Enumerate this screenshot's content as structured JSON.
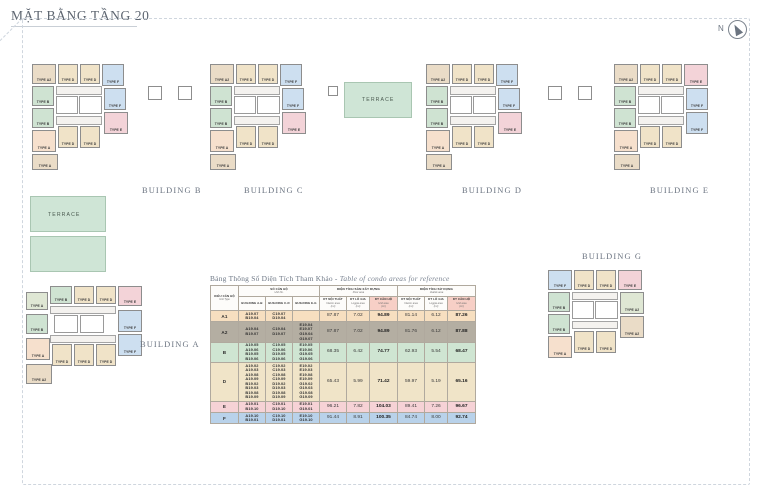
{
  "page": {
    "title": "MẶT BẰNG TẦNG 20",
    "compass_label": "N"
  },
  "buildings": [
    {
      "id": "A",
      "label": "BUILDING A"
    },
    {
      "id": "B",
      "label": "BUILDING B"
    },
    {
      "id": "C",
      "label": "BUILDING C"
    },
    {
      "id": "D",
      "label": "BUILDING D"
    },
    {
      "id": "E",
      "label": "BUILDING E"
    },
    {
      "id": "G",
      "label": "BUILDING G"
    }
  ],
  "terraces": [
    {
      "label": "TERRACE"
    },
    {
      "label": "TERRACE"
    }
  ],
  "unit_type_labels": {
    "A": "TYPE A",
    "A1": "TYPE A1",
    "A2": "TYPE A2",
    "B": "TYPE B",
    "D": "TYPE D",
    "E": "TYPE E",
    "F": "TYPE F"
  },
  "table": {
    "title_vi": "Bảng Thông Số Diện Tích Tham Khảo",
    "title_sep": " - ",
    "title_en": "Table of condo areas for reference",
    "headers": {
      "unit_type": {
        "vi": "KIỂU CĂN HỘ",
        "en": "Unit Type"
      },
      "unit_no": {
        "vi": "SỐ CĂN HỘ",
        "en": "Unit No."
      },
      "building_ab": "BUILDING A-B",
      "building_cd": "BUILDING C-D",
      "building_eg": "BUILDING E-G",
      "floor_area_group": {
        "vi": "DIỆN TÍCH SÀN XÂY DỰNG",
        "en": "Floor area"
      },
      "usable_area_group": {
        "vi": "DIỆN TÍCH SỬ DỤNG",
        "en": "Usable area"
      },
      "interior_area": {
        "vi": "DT NỘI THẤT",
        "en": "Interior area",
        "unit": "(m²)"
      },
      "loggia_area": {
        "vi": "DT LÔ GIA",
        "en": "Loggia area",
        "unit": "(m²)"
      },
      "unit_area": {
        "vi": "DT CĂN HỘ",
        "en": "Unit area",
        "unit": "(m²)"
      }
    },
    "rows": [
      {
        "type": "A1",
        "building_ab": [
          "A19.07",
          "B19.04"
        ],
        "building_cd": [
          "C19.07",
          "D19.04"
        ],
        "building_eg": [],
        "floor_interior": "87.87",
        "floor_loggia": "7.02",
        "floor_unit": "94.89",
        "usable_interior": "81.14",
        "usable_loggia": "6.12",
        "usable_unit": "87.26"
      },
      {
        "type": "A2",
        "building_ab": [
          "A19.04",
          "B19.07"
        ],
        "building_cd": [
          "C19.04",
          "D19.07"
        ],
        "building_eg": [
          "E19.04",
          "E19.07",
          "G19.04",
          "G19.07"
        ],
        "floor_interior": "87.87",
        "floor_loggia": "7.02",
        "floor_unit": "94.89",
        "usable_interior": "81.76",
        "usable_loggia": "6.12",
        "usable_unit": "87.88"
      },
      {
        "type": "B",
        "building_ab": [
          "A19.05",
          "A19.06",
          "B19.05",
          "B19.06"
        ],
        "building_cd": [
          "C19.05",
          "C19.06",
          "D19.05",
          "D19.06"
        ],
        "building_eg": [
          "E19.05",
          "E19.06",
          "G19.05",
          "G19.06"
        ],
        "floor_interior": "68.35",
        "floor_loggia": "6.42",
        "floor_unit": "74.77",
        "usable_interior": "62.93",
        "usable_loggia": "5.54",
        "usable_unit": "68.47"
      },
      {
        "type": "D",
        "building_ab": [
          "A19.02",
          "A19.03",
          "A19.08",
          "A19.09",
          "B19.02",
          "B19.03",
          "B19.08",
          "B19.09"
        ],
        "building_cd": [
          "C19.02",
          "C19.03",
          "C19.08",
          "C19.09",
          "D19.02",
          "D19.03",
          "D19.08",
          "D19.09"
        ],
        "building_eg": [
          "E19.02",
          "E19.03",
          "E19.08",
          "E19.09",
          "G19.02",
          "G19.03",
          "G19.08",
          "G19.09"
        ],
        "floor_interior": "65.43",
        "floor_loggia": "5.99",
        "floor_unit": "71.42",
        "usable_interior": "59.97",
        "usable_loggia": "5.19",
        "usable_unit": "65.16"
      },
      {
        "type": "E",
        "building_ab": [
          "A19.01",
          "B19.10"
        ],
        "building_cd": [
          "C19.01",
          "D19.10"
        ],
        "building_eg": [
          "E19.01",
          "G19.01"
        ],
        "floor_interior": "96.21",
        "floor_loggia": "7.82",
        "floor_unit": "104.03",
        "usable_interior": "89.41",
        "usable_loggia": "7.26",
        "usable_unit": "96.67"
      },
      {
        "type": "F",
        "building_ab": [
          "A19.10",
          "B19.01"
        ],
        "building_cd": [
          "C19.10",
          "D19.01"
        ],
        "building_eg": [
          "E19.10",
          "G19.10"
        ],
        "floor_interior": "91.44",
        "floor_loggia": "8.91",
        "floor_unit": "100.35",
        "usable_interior": "84.74",
        "usable_loggia": "8.00",
        "usable_unit": "92.74"
      }
    ]
  },
  "colors": {
    "title": "#5d6570",
    "caption": "#6a7380",
    "terrace": "#cfe5d6",
    "row_A1": "#f7dfc0",
    "row_A2": "#b4aea2",
    "row_B": "#cfe5d2",
    "row_D": "#f0e4c8",
    "row_E": "#f6d2d6",
    "row_F": "#b9d2ea",
    "header_hilite": "#f7cfc6"
  }
}
